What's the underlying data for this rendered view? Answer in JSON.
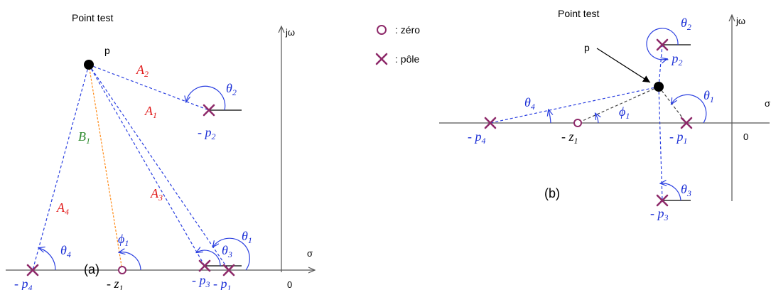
{
  "legend": {
    "zero_label": ": zéro",
    "pole_label": ": pôle"
  },
  "diagram_a": {
    "caption": "(a)",
    "test_point_title": "Point test",
    "point_label": "p",
    "sigma_label": "σ",
    "jw_label": "jω",
    "origin_label": "0",
    "pole_labels": [
      "- p",
      "- p",
      "- p",
      "- p"
    ],
    "pole_subscripts": [
      "1",
      "2",
      "3",
      "4"
    ],
    "zero_label": "- z",
    "zero_subscript": "1",
    "dist_labels": [
      "A",
      "A",
      "A",
      "A",
      "B"
    ],
    "dist_subscripts": [
      "1",
      "2",
      "3",
      "4",
      "1"
    ],
    "angle_labels": [
      "θ",
      "θ",
      "θ",
      "θ",
      "ϕ"
    ],
    "angle_subscripts": [
      "1",
      "2",
      "3",
      "4",
      "1"
    ]
  },
  "diagram_b": {
    "caption": "(b)",
    "test_point_title": "Point test",
    "point_label": "p",
    "sigma_label": "σ",
    "jw_label": "jω",
    "origin_label": "0",
    "pole_labels": [
      "- p",
      "- p",
      "- p",
      "- p"
    ],
    "pole_subscripts": [
      "1",
      "2",
      "3",
      "4"
    ],
    "zero_label": "- z",
    "zero_subscript": "1",
    "angle_labels": [
      "θ",
      "θ",
      "θ",
      "θ",
      "ϕ"
    ],
    "angle_subscripts": [
      "1",
      "2",
      "3",
      "4",
      "1"
    ]
  },
  "colors": {
    "pole_zero": "#8e2a6a",
    "vector_lines": "#2a3fe0",
    "distance_labels": "#e01a1a",
    "zero_distance_label": "#2e8b2e"
  }
}
